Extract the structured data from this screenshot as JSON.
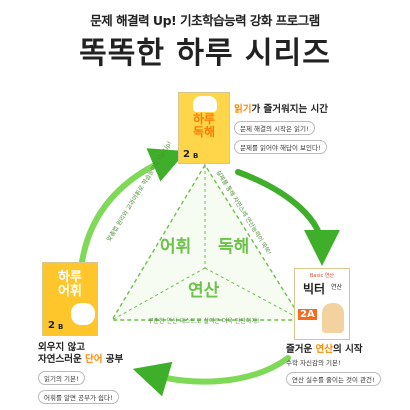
{
  "header": {
    "subtitle": "문제 해결력 Up! 기초학습능력 강화 프로그램",
    "title": "똑똑한 하루 시리즈"
  },
  "center": {
    "word_vocab": "어휘",
    "word_reading": "독해",
    "word_calc": "연산"
  },
  "edges": {
    "left": "맞춤법 원리와 교과어휘로 학습능력도 Up Up!",
    "right": "실제를 통해 자연스레 연산능력이 쑥쑥!",
    "bottom": "꾸준한 연산 테스트로 실력은 더욱 탄탄하게!"
  },
  "books": {
    "top": {
      "title_line1": "하루",
      "title_line2": "독해",
      "grade": "2",
      "unit": "B"
    },
    "left": {
      "title_line1": "하루",
      "title_line2": "어휘",
      "grade": "2",
      "unit": "B"
    },
    "right": {
      "badge": "Basic 연산",
      "title": "빅터",
      "title_small": "연산",
      "grade": "2A"
    }
  },
  "captions": {
    "top": {
      "title_highlight": "읽기",
      "title_rest": "가 즐거워지는 시간",
      "pill1": "문제 해결의 시작은 읽기!",
      "pill2": "문제를 읽어야 해답이 보인다!"
    },
    "left": {
      "line1": "외우지 않고",
      "line2_pre": "자연스러운 ",
      "line2_highlight": "단어",
      "line2_post": " 공부",
      "pill1": "읽기의 기본!",
      "pill2": "어휘를 알면 공부가 쉽다!"
    },
    "right": {
      "title_pre": "즐거운 ",
      "title_highlight": "연산",
      "title_post": "의 시작",
      "line2": "수학 자신감의 기본!",
      "pill1": "연산 실수를 줄이는 것이 관건!"
    }
  },
  "colors": {
    "arrow_green": "#7ed957",
    "arrow_dark": "#3fae2a",
    "triangle_dash": "#6cc24a",
    "highlight_orange": "#ff8a00",
    "book_yellow": "#ffc62b"
  }
}
